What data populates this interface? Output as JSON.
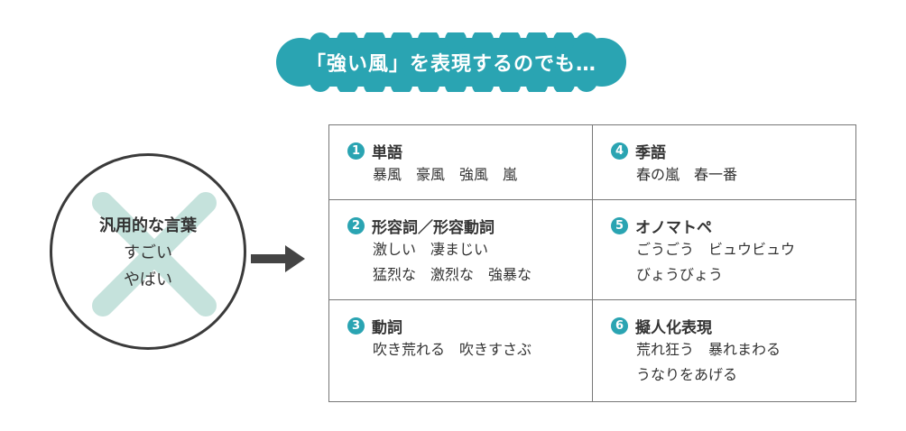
{
  "banner": {
    "text": "「強い風」を表現するのでも…",
    "color": "#2aa4b2"
  },
  "generic": {
    "title": "汎用的な言葉",
    "words": [
      "すごい",
      "やばい"
    ],
    "cross_color": "#c5e2dc"
  },
  "categories": [
    {
      "number": "1",
      "title": "単語",
      "lines": [
        "暴風　豪風　強風　嵐"
      ]
    },
    {
      "number": "4",
      "title": "季語",
      "lines": [
        "春の嵐　春一番"
      ]
    },
    {
      "number": "2",
      "title": "形容詞／形容動詞",
      "lines": [
        "激しい　凄まじい",
        "猛烈な　激烈な　強暴な"
      ]
    },
    {
      "number": "5",
      "title": "オノマトペ",
      "lines": [
        "ごうごう　ビュウビュウ",
        "びょうびょう"
      ]
    },
    {
      "number": "3",
      "title": "動詞",
      "lines": [
        "吹き荒れる　吹きすさぶ"
      ]
    },
    {
      "number": "6",
      "title": "擬人化表現",
      "lines": [
        "荒れ狂う　暴れまわる",
        "うなりをあげる"
      ]
    }
  ]
}
